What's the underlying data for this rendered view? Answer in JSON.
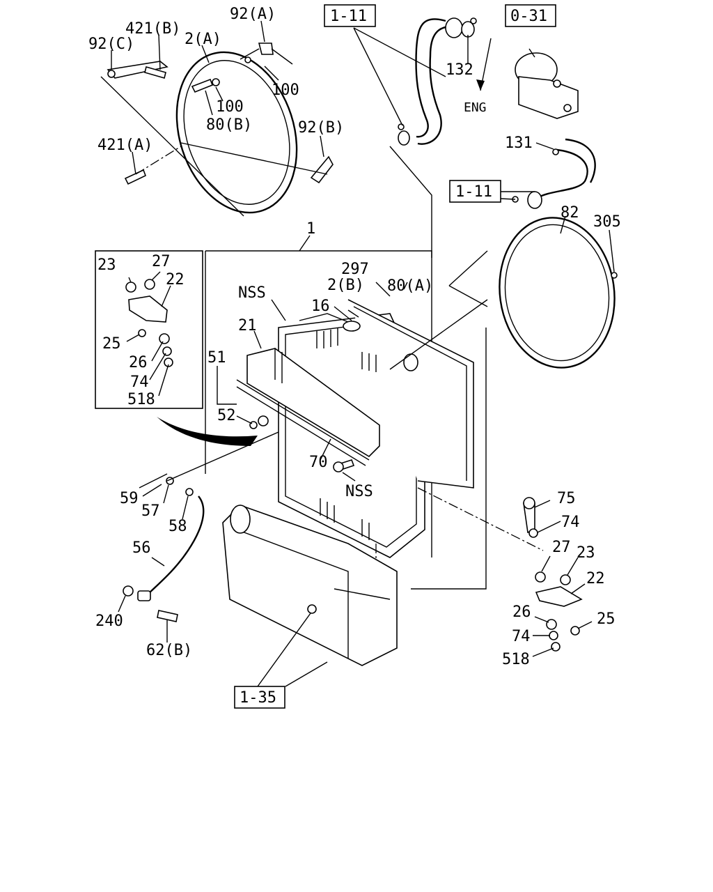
{
  "labels": {
    "l92c": "92(C)",
    "l421b": "421(B)",
    "l2a": "2(A)",
    "l92a": "92(A)",
    "l100a": "100",
    "l100b": "100",
    "l80b": "80(B)",
    "l92b": "92(B)",
    "l421a": "421(A)",
    "l132": "132",
    "leng": "ENG",
    "l131": "131",
    "l82": "82",
    "l305": "305",
    "l1": "1",
    "l23a": "23",
    "l27a": "27",
    "l22a": "22",
    "l25a": "25",
    "l26a": "26",
    "l74a": "74",
    "l518a": "518",
    "l297": "297",
    "l80a": "80(A)",
    "lnss1": "NSS",
    "l2b": "2(B)",
    "l16": "16",
    "l21": "21",
    "l51": "51",
    "l52": "52",
    "l70": "70",
    "lnss2": "NSS",
    "l59": "59",
    "l57": "57",
    "l58": "58",
    "l56": "56",
    "l240": "240",
    "l62b": "62(B)",
    "l75": "75",
    "l74b": "74",
    "l27b": "27",
    "l23b": "23",
    "l22b": "22",
    "l26b": "26",
    "l25b": "25",
    "l74c": "74",
    "l518b": "518"
  },
  "refs": {
    "r111a": "1-11",
    "r031": "0-31",
    "r111b": "1-11",
    "r135": "1-35"
  }
}
